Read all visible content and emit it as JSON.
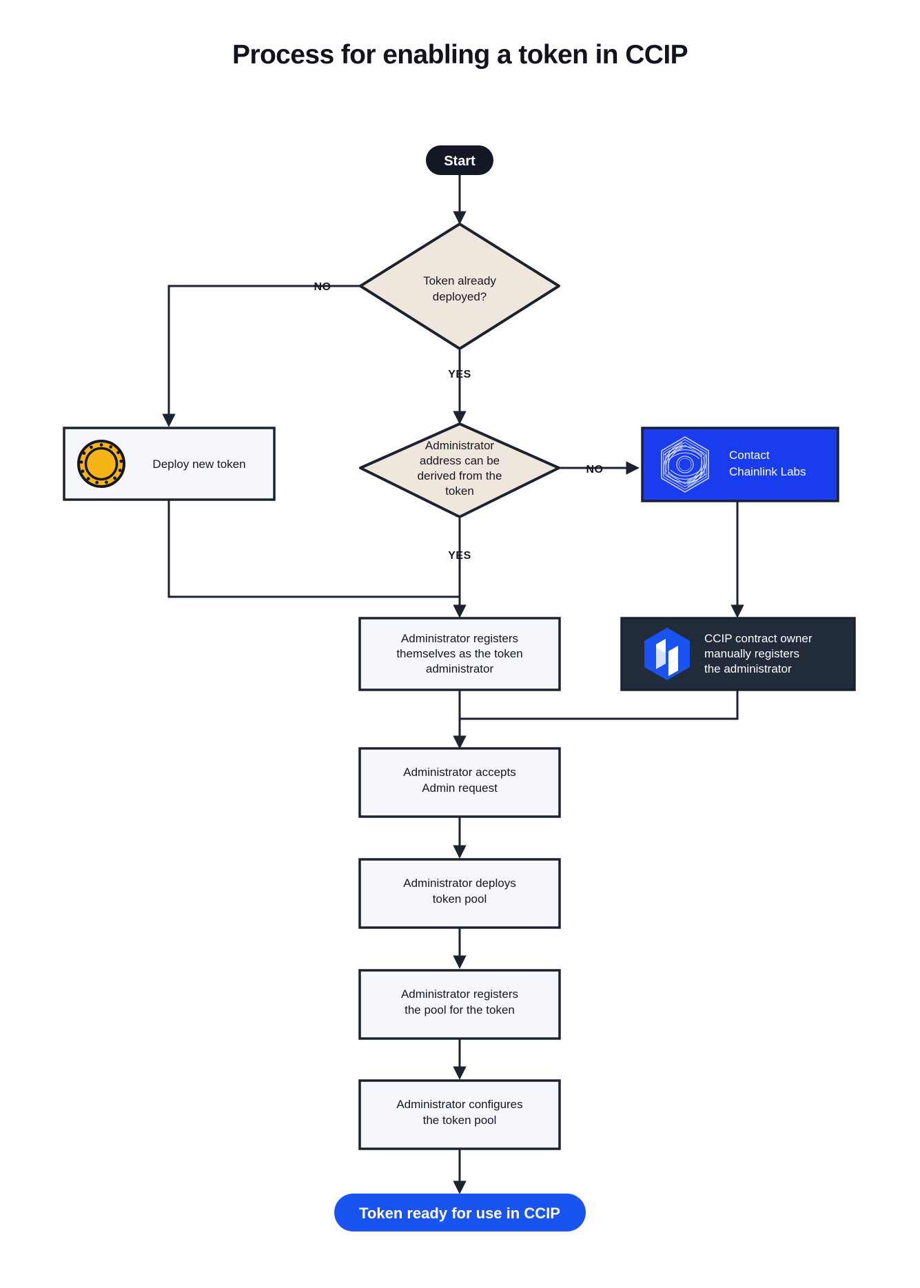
{
  "page": {
    "title": "Process for enabling a token in CCIP",
    "background": "#ffffff"
  },
  "colors": {
    "stroke": "#1b2230",
    "diamond_fill": "#EFE7DD",
    "process_fill": "#F6F8FD",
    "start_fill": "#131825",
    "brand_blue": "#1A54F0",
    "chainlink_blue": "#1A3CEF",
    "dark_navy": "#222B39",
    "coin_gold": "#F7B418",
    "text_dark": "#141722",
    "text_light": "#ffffff"
  },
  "nodes": {
    "start": {
      "label": "Start",
      "shape": "pill",
      "fill": "#131825"
    },
    "decision_token_deployed": {
      "shape": "diamond",
      "lines": [
        "Token already",
        "deployed?"
      ]
    },
    "deploy_new_token": {
      "shape": "process",
      "label": "Deploy new token",
      "icon": "gold-coin-icon"
    },
    "decision_admin_derived": {
      "shape": "diamond",
      "lines": [
        "Administrator",
        "address can be",
        "derived from the",
        "token"
      ]
    },
    "contact_chainlink_labs": {
      "shape": "process",
      "lines": [
        "Contact",
        "Chainlink Labs"
      ],
      "fill": "#1A3CEF",
      "icon": "chainlink-logo-icon"
    },
    "admin_registers_self": {
      "shape": "process",
      "lines": [
        "Administrator registers",
        "themselves as the token",
        "administrator"
      ]
    },
    "ccip_owner_registers": {
      "shape": "process",
      "lines": [
        "CCIP contract owner",
        "manually registers",
        "the administrator"
      ],
      "fill": "#222B39",
      "icon": "ccip-logo-icon"
    },
    "admin_accepts_request": {
      "shape": "process",
      "lines": [
        "Administrator accepts",
        "Admin request"
      ]
    },
    "admin_deploys_pool": {
      "shape": "process",
      "lines": [
        "Administrator deploys",
        "token pool"
      ]
    },
    "admin_registers_pool": {
      "shape": "process",
      "lines": [
        "Administrator registers",
        "the pool for the token"
      ]
    },
    "admin_configures_pool": {
      "shape": "process",
      "lines": [
        "Administrator configures",
        "the token pool"
      ]
    },
    "end_pill": {
      "shape": "pill",
      "label": "Token ready for use in CCIP",
      "fill": "#1A54F0"
    }
  },
  "edge_labels": {
    "no_token_deployed": "NO",
    "yes_token_deployed": "YES",
    "no_admin_derived": "NO",
    "yes_admin_derived": "YES"
  },
  "chart_data": {
    "type": "diagram",
    "title": "Process for enabling a token in CCIP",
    "flow": [
      {
        "from": "Start",
        "to": "Token already deployed?",
        "label": ""
      },
      {
        "from": "Token already deployed?",
        "to": "Deploy new token",
        "label": "NO"
      },
      {
        "from": "Token already deployed?",
        "to": "Administrator address can be derived from the token",
        "label": "YES"
      },
      {
        "from": "Deploy new token",
        "to": "Administrator registers themselves as the token administrator",
        "label": ""
      },
      {
        "from": "Administrator address can be derived from the token",
        "to": "Contact Chainlink Labs",
        "label": "NO"
      },
      {
        "from": "Administrator address can be derived from the token",
        "to": "Administrator registers themselves as the token administrator",
        "label": "YES"
      },
      {
        "from": "Contact Chainlink Labs",
        "to": "CCIP contract owner manually registers the administrator",
        "label": ""
      },
      {
        "from": "Administrator registers themselves as the token administrator",
        "to": "Administrator accepts Admin request",
        "label": ""
      },
      {
        "from": "CCIP contract owner manually registers the administrator",
        "to": "Administrator accepts Admin request",
        "label": ""
      },
      {
        "from": "Administrator accepts Admin request",
        "to": "Administrator deploys token pool",
        "label": ""
      },
      {
        "from": "Administrator deploys token pool",
        "to": "Administrator registers the pool for the token",
        "label": ""
      },
      {
        "from": "Administrator registers the pool for the token",
        "to": "Administrator configures the token pool",
        "label": ""
      },
      {
        "from": "Administrator configures the token pool",
        "to": "Token ready for use in CCIP",
        "label": ""
      }
    ]
  }
}
